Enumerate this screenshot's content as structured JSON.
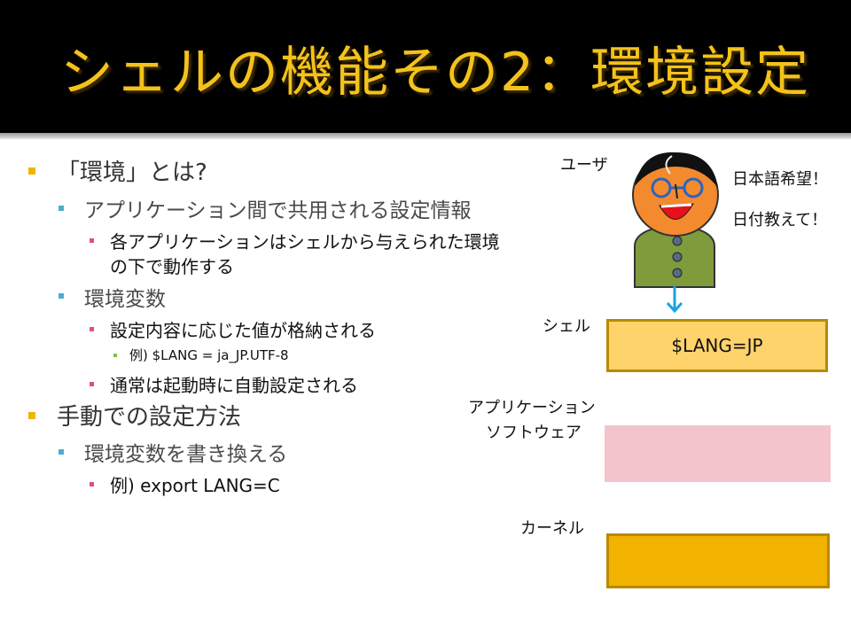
{
  "slide": {
    "title": "シェルの機能その2：環境設定",
    "bullets": [
      {
        "level": 1,
        "text": "「環境」とは?"
      },
      {
        "level": 2,
        "text": "アプリケーション間で共用される設定情報"
      },
      {
        "level": 3,
        "text": "各アプリケーションはシェルから与えられた環境"
      },
      {
        "level": 3,
        "text": "の下で動作する"
      },
      {
        "level": 2,
        "text": "環境変数"
      },
      {
        "level": 3,
        "text": "設定内容に応じた値が格納される"
      },
      {
        "level": 4,
        "text": "例) $LANG = ja_JP.UTF-8"
      },
      {
        "level": 3,
        "text": "通常は起動時に自動設定される"
      },
      {
        "level": 1,
        "text": "手動での設定方法"
      },
      {
        "level": 2,
        "text": "環境変数を書き換える"
      },
      {
        "level": 3,
        "text": "例) export LANG=C"
      }
    ],
    "diagram": {
      "user_label": "ユーザ",
      "speech": [
        "日本語希望！",
        "日付教えて！"
      ],
      "shell_label": "シェル",
      "shell_value": "$LANG=JP",
      "app_label_lines": [
        "アプリケーション",
        "ソフトウェア"
      ],
      "kernel_label": "カーネル",
      "colors": {
        "title": "#f4c21b",
        "shell_box": "#ffd36b",
        "app_box": "#f4c4cc",
        "kernel_box": "#f1b200",
        "arrow": "#1aa3e0"
      }
    }
  }
}
